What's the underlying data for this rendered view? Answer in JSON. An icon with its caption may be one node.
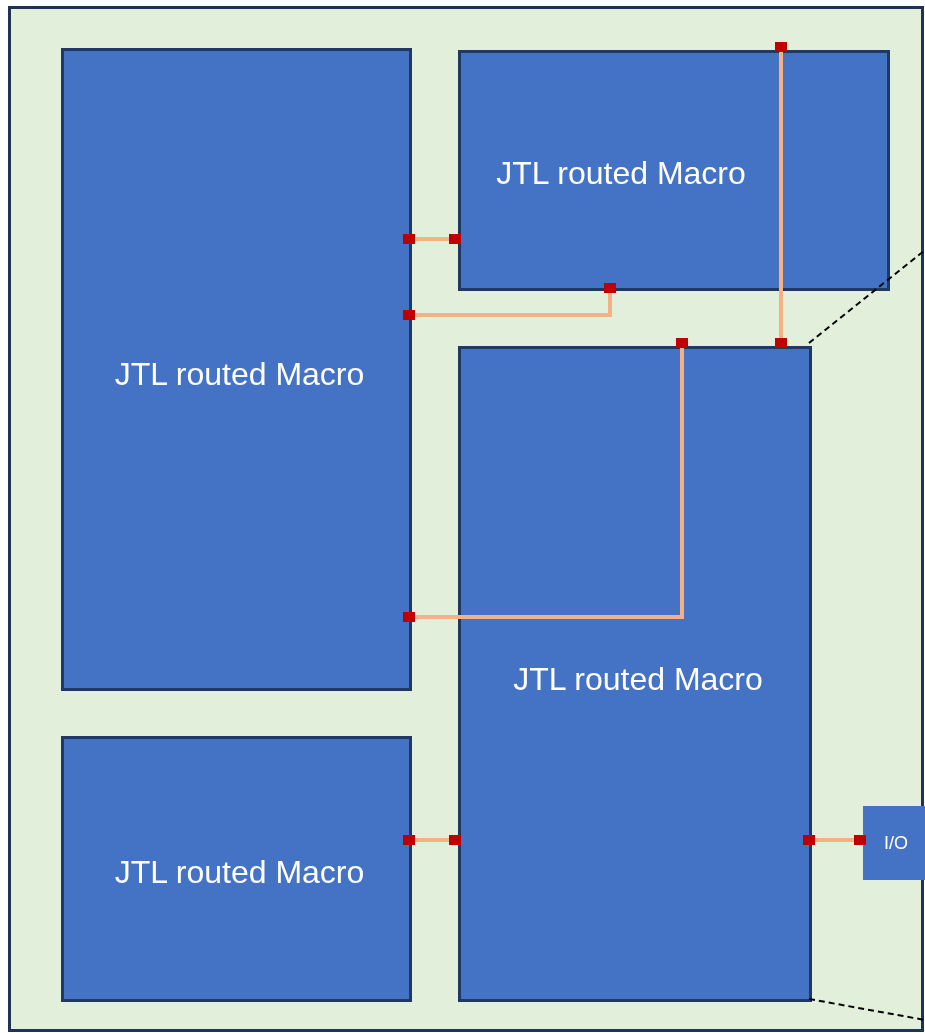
{
  "diagram": {
    "nodes": [
      {
        "text": [],
        "shape": "box"
      },
      {
        "text": [
          "JTL routed Macro"
        ],
        "in": 0
      },
      {
        "text": [
          "JTL routed Macro"
        ],
        "in": 0
      },
      {
        "text": [
          "JTL routed Macro"
        ],
        "in": 0
      },
      {
        "text": [
          "JTL routed Macro"
        ],
        "in": 0
      },
      {
        "text": [
          "I/O"
        ],
        "in": 0
      }
    ],
    "edges": [
      {
        "from": 1,
        "to": 2,
        "arrow": "other"
      },
      {
        "from": 1,
        "to": 2,
        "arrow": "other"
      },
      {
        "from": 1,
        "to": 3,
        "arrow": "other"
      },
      {
        "from": 2,
        "to": 3,
        "arrow": "other"
      },
      {
        "from": 4,
        "to": 3,
        "arrow": "other"
      },
      {
        "from": 3,
        "to": 5,
        "arrow": "other"
      }
    ]
  }
}
